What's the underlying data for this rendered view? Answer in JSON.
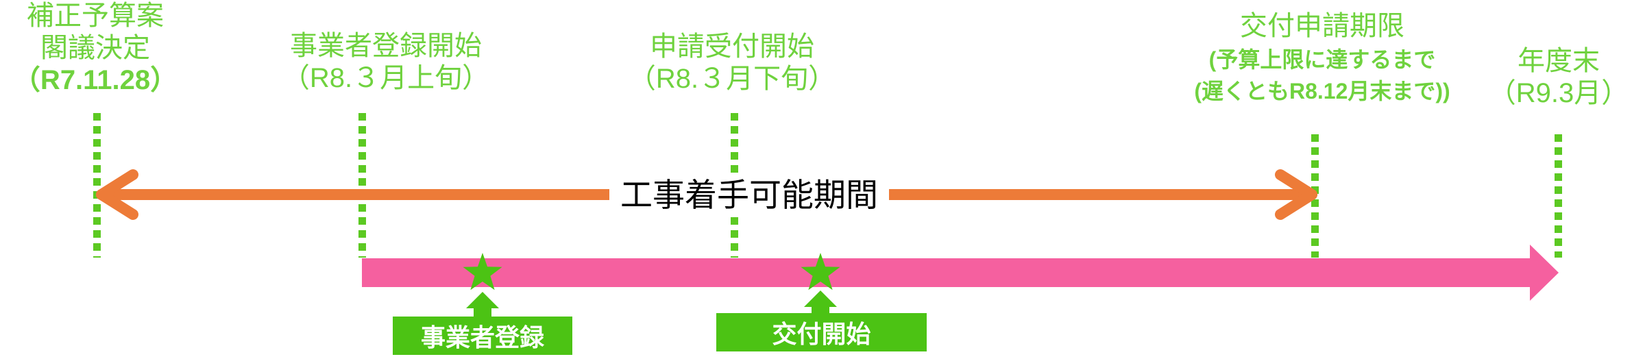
{
  "colors": {
    "label_green": "#6FD23E",
    "dot_green": "#5CC922",
    "shape_green": "#4CC314",
    "pink": "#F5609F",
    "orange": "#ED7B38",
    "text_black": "#000000",
    "text_white": "#FFFFFF"
  },
  "milestones": [
    {
      "lines": [
        "補正予算案",
        "閣議決定",
        "（R7.11.28）"
      ]
    },
    {
      "lines": [
        "事業者登録開始",
        "（R8.３月上旬）"
      ]
    },
    {
      "lines": [
        "申請受付開始",
        "（R8.３月下旬）"
      ]
    },
    {
      "lines": [
        "交付申請期限",
        "(予算上限に達するまで",
        "(遅くともR8.12月末まで))"
      ]
    },
    {
      "lines": [
        "年度末",
        "（R9.3月）"
      ]
    }
  ],
  "period_label": "工事着手可能期間",
  "events": [
    {
      "label": "事業者登録"
    },
    {
      "label": "交付開始"
    }
  ]
}
